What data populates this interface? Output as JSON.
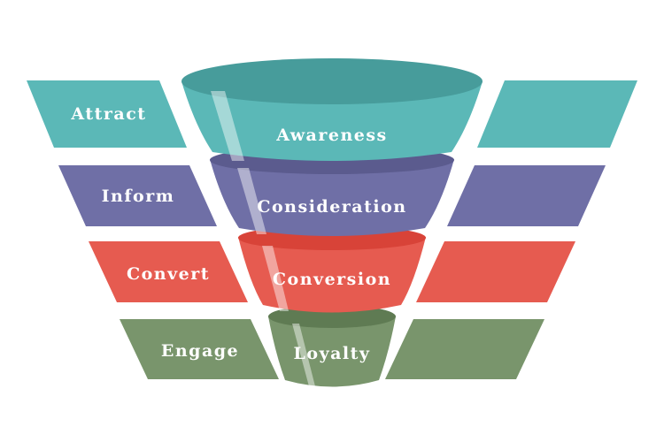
{
  "colors": {
    "teal": "#5bb8b7",
    "teal_dark": "#479c9b",
    "purple": "#6f6fa6",
    "purple_dark": "#5b5b8e",
    "red": "#e65b50",
    "red_dark": "#d84338",
    "green": "#79956c",
    "green_dark": "#5f7b53",
    "text": "#ffffff"
  },
  "left_bands": [
    {
      "label": "Attract",
      "color": "teal"
    },
    {
      "label": "Inform",
      "color": "purple"
    },
    {
      "label": "Convert",
      "color": "red"
    },
    {
      "label": "Engage",
      "color": "green"
    }
  ],
  "funnel_stages": [
    {
      "label": "Awareness",
      "color": "teal"
    },
    {
      "label": "Consideration",
      "color": "purple"
    },
    {
      "label": "Conversion",
      "color": "red"
    },
    {
      "label": "Loyalty",
      "color": "green"
    }
  ]
}
